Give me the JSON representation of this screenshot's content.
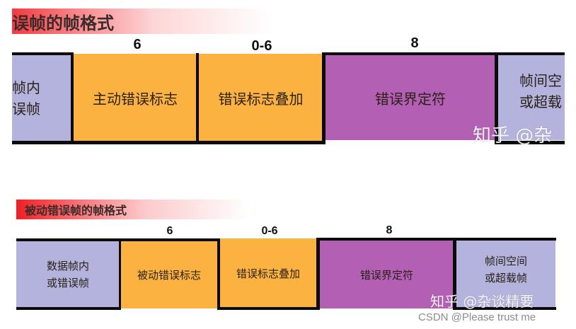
{
  "active_error_frame": {
    "title": "误帧的帧格式",
    "title_full": "主动错误帧的帧格式",
    "fields": [
      {
        "label": "帧内\n误帧",
        "bits": "",
        "color": "#b3b3dd"
      },
      {
        "label": "主动错误标志",
        "bits": "6",
        "color": "#fcb241"
      },
      {
        "label": "错误标志叠加",
        "bits": "0-6",
        "color": "#fcb241"
      },
      {
        "label": "错误界定符",
        "bits": "8",
        "color": "#b25fb4"
      },
      {
        "label": "帧间空\n或超载",
        "bits": "",
        "color": "#b3b3dd"
      }
    ],
    "watermark": "知乎 @杂"
  },
  "passive_error_frame": {
    "title": "被动错误帧的帧格式",
    "fields": [
      {
        "label": "数据帧内\n或错误帧",
        "bits": "",
        "color": "#b3b3dd"
      },
      {
        "label": "被动错误标志",
        "bits": "6",
        "color": "#fcb241"
      },
      {
        "label": "错误标志叠加",
        "bits": "0-6",
        "color": "#fcb241"
      },
      {
        "label": "错误界定符",
        "bits": "8",
        "color": "#b25fb4"
      },
      {
        "label": "帧间空间\n或超载帧",
        "bits": "",
        "color": "#b3b3dd"
      }
    ],
    "watermark": "知乎 @杂谈精要"
  },
  "credit": "CSDN @Please trust me",
  "colors": {
    "interframe": "#b3b3dd",
    "flag": "#fcb241",
    "delimiter": "#b25fb4",
    "banner_red": "#f33a3f",
    "border": "#0b0b0b"
  }
}
